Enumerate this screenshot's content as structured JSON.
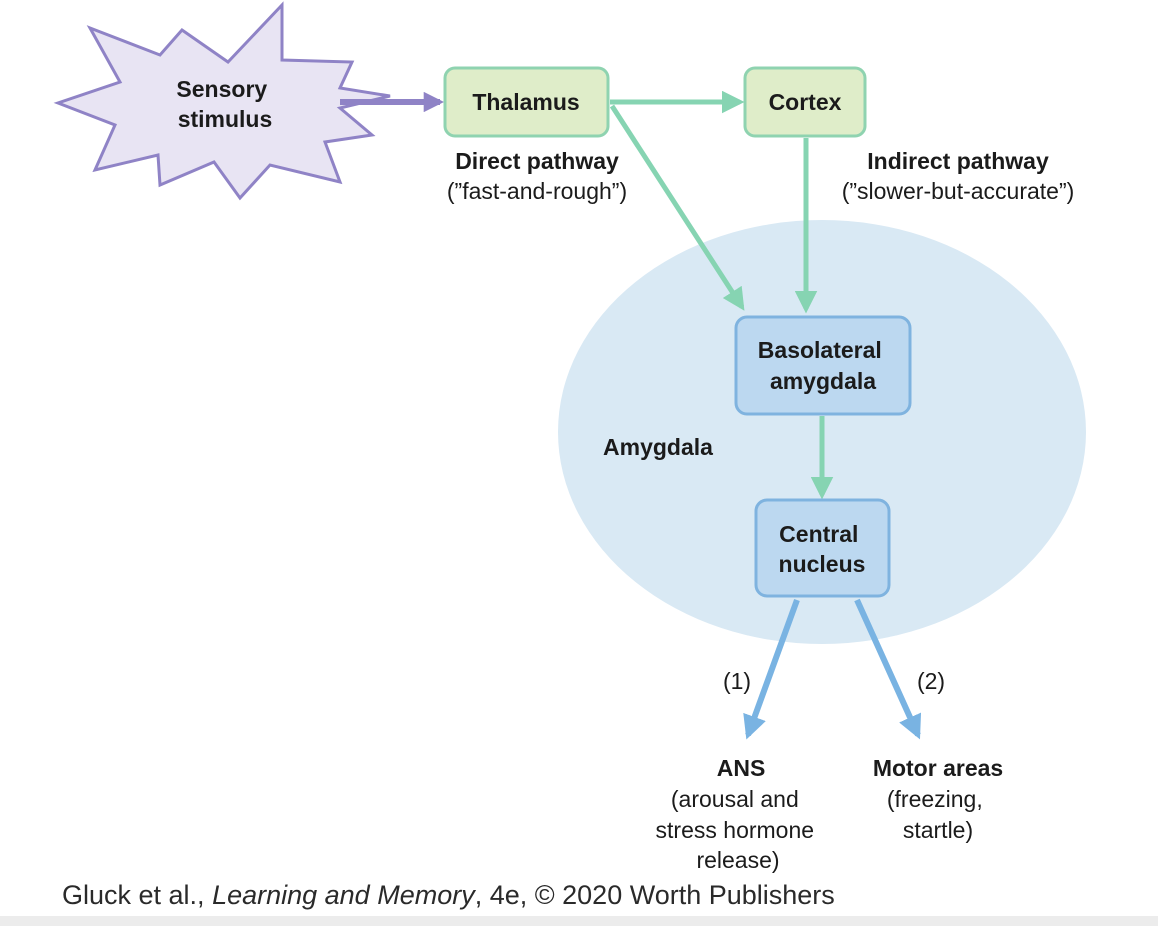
{
  "nodes": {
    "stimulus": [
      "Sensory",
      "stimulus"
    ],
    "thalamus": "Thalamus",
    "cortex": "Cortex",
    "amygdala": "Amygdala",
    "basolateral": [
      "Basolateral",
      "amygdala"
    ],
    "central": [
      "Central",
      "nucleus"
    ]
  },
  "pathways": {
    "direct": {
      "name": "Direct pathway",
      "note": "(”fast-and-rough”)"
    },
    "indirect": {
      "name": "Indirect pathway",
      "note": "(”slower-but-accurate”)"
    }
  },
  "outputs": {
    "ans": {
      "number": "(1)",
      "name": "ANS",
      "detail": [
        "(arousal and",
        "stress hormone",
        "release)"
      ]
    },
    "motor": {
      "number": "(2)",
      "name": "Motor areas",
      "detail": [
        "(freezing,",
        "startle)"
      ]
    }
  },
  "footer": {
    "authors": "Gluck et al., ",
    "book": "Learning and Memory",
    "rest": ", 4e, © 2020 Worth Publishers"
  },
  "colors": {
    "green_box_fill": "#dfedc9",
    "green_box_stroke": "#8fd3b0",
    "green_arrow": "#86d4b2",
    "purple_arrow": "#8f83c6",
    "star_fill": "#e8e4f3",
    "star_stroke": "#8f83c6",
    "amygdala_fill": "#d9e9f4",
    "blue_box_fill": "#bcd8f0",
    "blue_box_stroke": "#7fb3df",
    "blue_arrow": "#79b3e2"
  }
}
